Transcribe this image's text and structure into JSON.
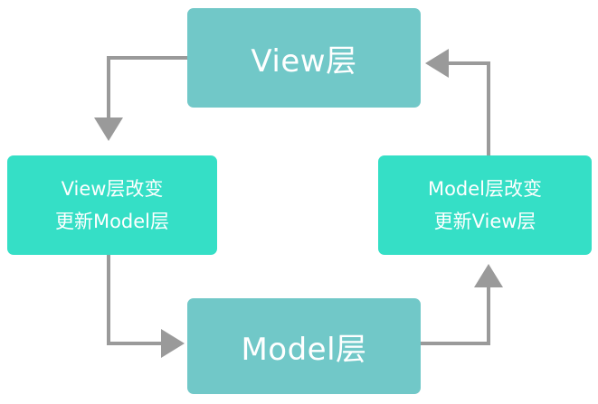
{
  "nodes": {
    "view_layer": {
      "label": "View层"
    },
    "model_layer": {
      "label": "Model层"
    },
    "view_change": {
      "lines": [
        "View层改变",
        "更新Model层"
      ]
    },
    "model_change": {
      "lines": [
        "Model层改变",
        "更新View层"
      ]
    }
  },
  "colors": {
    "main_box": "#71c8c8",
    "side_box": "#35dfc6",
    "arrow": "#9a9a9a",
    "text": "#ffffff"
  }
}
